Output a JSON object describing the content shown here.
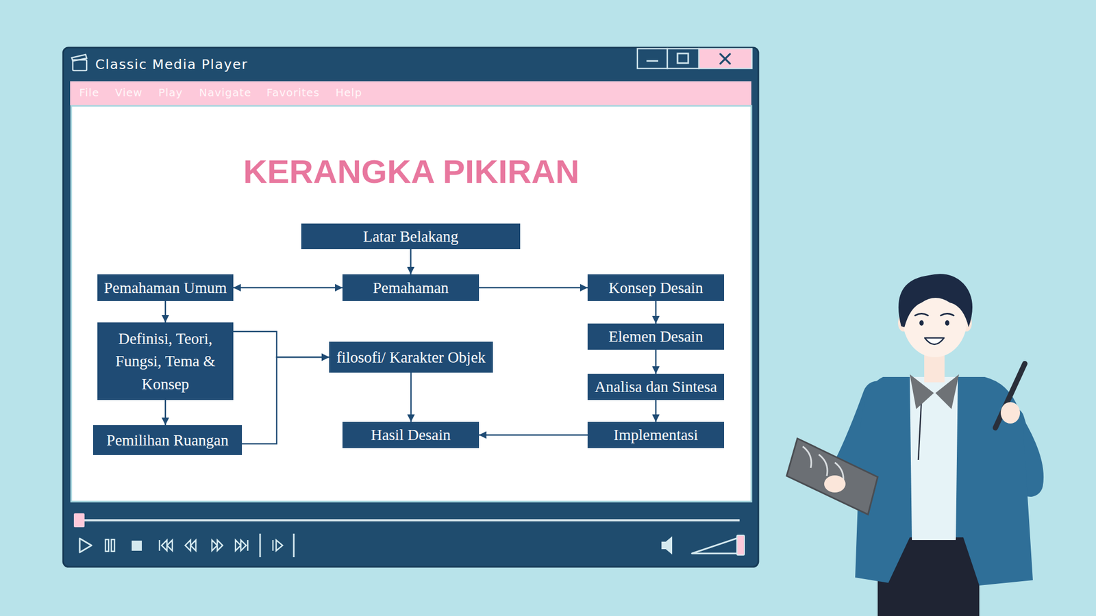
{
  "diagram": {
    "title": "KERANGKA PIKIRAN",
    "nodes": [
      {
        "text": [
          "Latar Belakang"
        ]
      },
      {
        "text": [
          "Pemahaman Umum"
        ]
      },
      {
        "text": [
          "Pemahaman"
        ]
      },
      {
        "text": [
          "Konsep Desain"
        ]
      },
      {
        "text": [
          "Definisi, Teori, Fungsi, Tema & Konsep"
        ]
      },
      {
        "text": [
          "filosofi/ Karakter Objek"
        ]
      },
      {
        "text": [
          "Elemen Desain"
        ]
      },
      {
        "text": [
          "Analisa dan Sintesa"
        ]
      },
      {
        "text": [
          "Pemilihan Ruangan"
        ]
      },
      {
        "text": [
          "Hasil Desain"
        ]
      },
      {
        "text": [
          "Implementasi"
        ]
      }
    ],
    "edges": [
      {
        "from": 0,
        "to": 2,
        "arrow": "to"
      },
      {
        "from": 1,
        "to": 2,
        "arrow": "both"
      },
      {
        "from": 2,
        "to": 3,
        "arrow": "to"
      },
      {
        "from": 1,
        "to": 4,
        "arrow": "to"
      },
      {
        "from": 4,
        "to": 8,
        "arrow": "to"
      },
      {
        "from": 4,
        "to": 5,
        "arrow": "to"
      },
      {
        "from": 8,
        "to": 5,
        "arrow": "to"
      },
      {
        "from": 3,
        "to": 6,
        "arrow": "to"
      },
      {
        "from": 6,
        "to": 7,
        "arrow": "to"
      },
      {
        "from": 7,
        "to": 10,
        "arrow": "to"
      },
      {
        "from": 10,
        "to": 9,
        "arrow": "to"
      },
      {
        "from": 5,
        "to": 9,
        "arrow": "to"
      }
    ],
    "labels": [
      "Classic Media Player",
      "File",
      "View",
      "Play",
      "Navigate",
      "Favorites",
      "Help"
    ]
  }
}
